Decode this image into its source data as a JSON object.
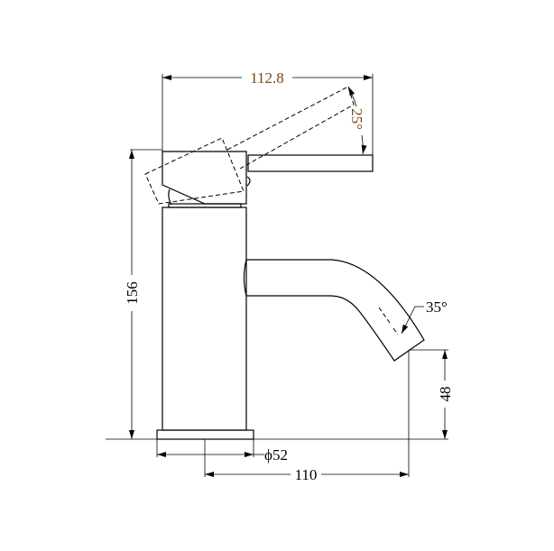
{
  "dimensions": {
    "width_top": "112.8",
    "lever_angle": "25°",
    "height": "156",
    "spout_angle": "35°",
    "spout_height": "48",
    "base_diameter": "ϕ52",
    "reach": "110"
  },
  "colors": {
    "line": "#000000",
    "dim_text_accent": "#7a4a10"
  }
}
